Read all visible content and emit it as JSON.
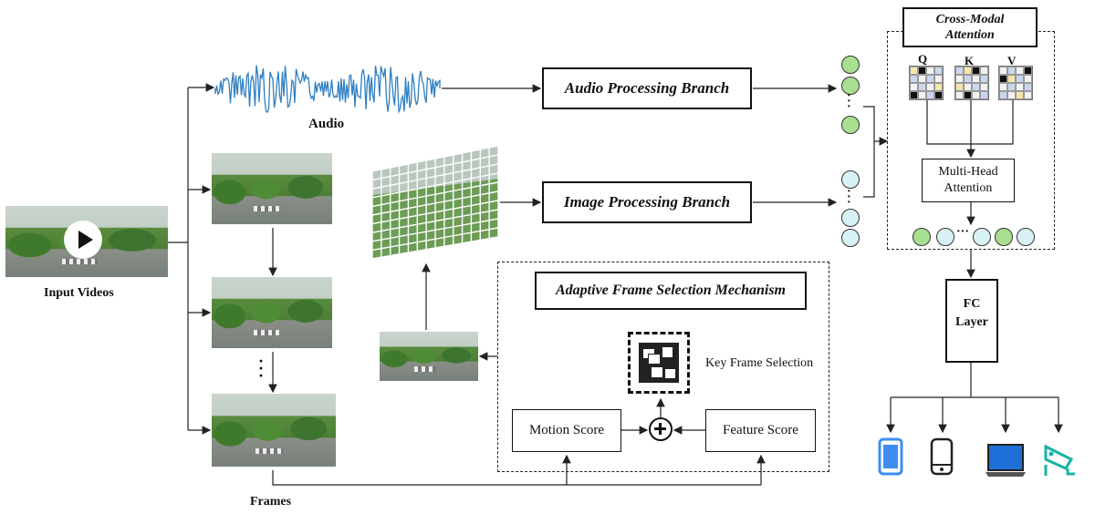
{
  "labels": {
    "input_videos": "Input Videos",
    "audio": "Audio",
    "frames": "Frames",
    "key_frame_selection": "Key Frame Selection",
    "q": "Q",
    "k": "K",
    "v": "V"
  },
  "boxes": {
    "audio_branch": "Audio Processing Branch",
    "image_branch": "Image Processing Branch",
    "adaptive": "Adaptive Frame Selection Mechanism",
    "motion_score": "Motion Score",
    "feature_score": "Feature Score",
    "cross_modal_line1": "Cross-Modal",
    "cross_modal_line2": "Attention",
    "mha_line1": "Multi-Head",
    "mha_line2": "Attention",
    "fc_line1": "FC",
    "fc_line2": "Layer"
  },
  "colors": {
    "audio_wave": "#2f7fc1",
    "audio_token": "#a9df90",
    "image_token": "#d8f1f4",
    "phone_blue": "#3d8ef0",
    "phone_dark": "#222222",
    "laptop": "#1f6fd8",
    "camera": "#18b3a6"
  },
  "devices": [
    "tablet-icon",
    "phone-icon",
    "laptop-icon",
    "camera-icon"
  ]
}
